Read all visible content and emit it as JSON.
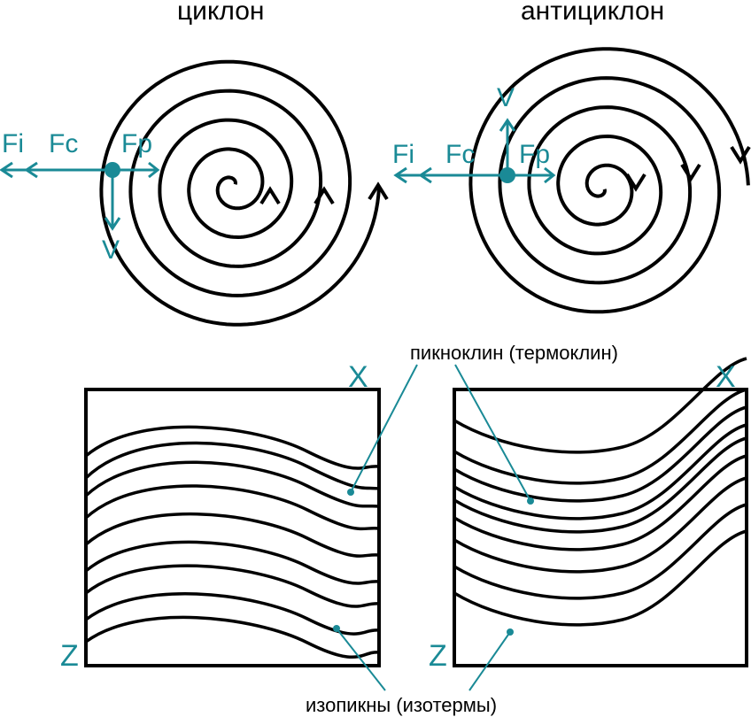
{
  "titles": {
    "cyclone": "циклон",
    "anticyclone": "антициклон"
  },
  "forces": {
    "fi": "Fi",
    "fc": "Fc",
    "fp": "Fp",
    "v": "V"
  },
  "axes": {
    "x": "X",
    "z": "Z"
  },
  "annotations": {
    "pycnocline": "пикноклин (термоклин)",
    "isopycnals": "изопикны (изотермы)"
  },
  "colors": {
    "accent": "#1a8a96",
    "line": "#000000"
  }
}
